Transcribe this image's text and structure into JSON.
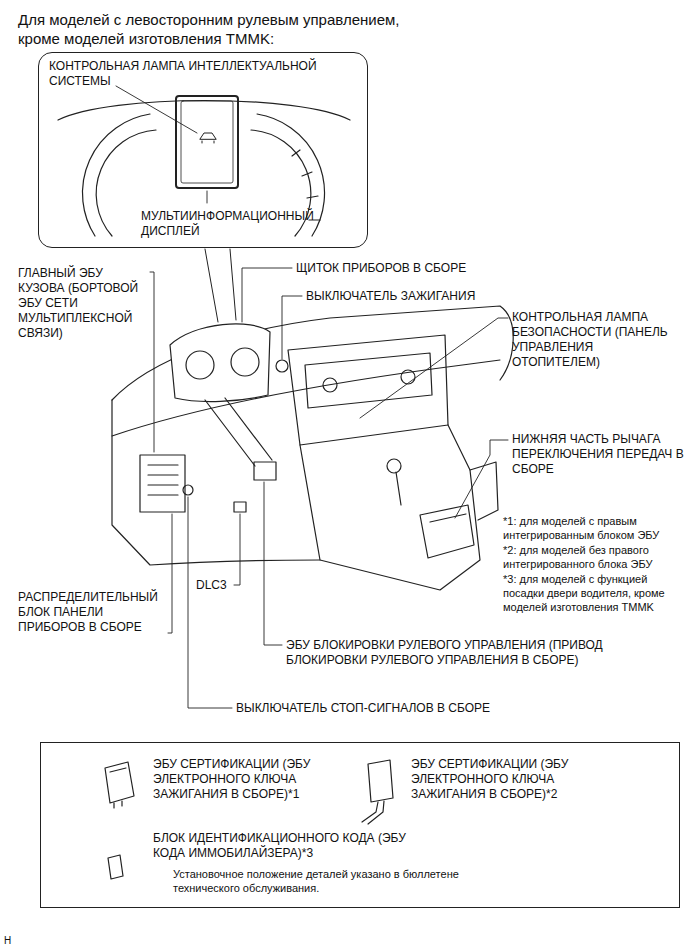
{
  "diagram": {
    "title": "Для моделей с левосторонним рулевым управлением, кроме моделей изготовления TMMK:",
    "nodes": [
      {
        "text": [
          "КОНТРОЛЬНАЯ ЛАМПА ИНТЕЛЛЕКТУАЛЬНОЙ СИСТЕМЫ",
          "МУЛЬТИИНФОРМАЦИОННЫЙ ДИСПЛЕЙ"
        ]
      },
      {
        "text": [
          "ЭБУ СЕРТИФИКАЦИИ (ЭБУ ЭЛЕКТРОННОГО КЛЮЧА ЗАЖИГАНИЯ В СБОРЕ)*1",
          "ЭБУ СЕРТИФИКАЦИИ (ЭБУ ЭЛЕКТРОННОГО КЛЮЧА ЗАЖИГАНИЯ В СБОРЕ)*2",
          "БЛОК ИДЕНТИФИКАЦИОННОГО КОДА (ЭБУ КОДА ИММОБИЛАЙЗЕРА)*3",
          "Установочное положение деталей указано в бюллетене технического обслуживания."
        ]
      }
    ],
    "labels": [
      "ГЛАВНЫЙ ЭБУ КУЗОВА (БОРТОВОЙ ЭБУ СЕТИ МУЛЬТИПЛЕКСНОЙ СВЯЗИ)",
      "ЩИТОК ПРИБОРОВ В СБОРЕ",
      "ВЫКЛЮЧАТЕЛЬ ЗАЖИГАНИЯ",
      "КОНТРОЛЬНАЯ ЛАМПА БЕЗОПАСНОСТИ (ПАНЕЛЬ УПРАВЛЕНИЯ ОТОПИТЕЛЕМ)",
      "НИЖНЯЯ ЧАСТЬ РЫЧАГА ПЕРЕКЛЮЧЕНИЯ ПЕРЕДАЧ В СБОРЕ",
      "*1: для моделей с правым интегрированным блоком ЭБУ",
      "*2: для моделей без правого интегрированного блока ЭБУ",
      "*3: для моделей с функцией посадки двери водителя, кроме моделей изготовления TMMK",
      "РАСПРЕДЕЛИТЕЛЬНЫЙ БЛОК ПАНЕЛИ ПРИБОРОВ В СБОРЕ",
      "DLC3",
      "ЭБУ БЛОКИРОВКИ РУЛЕВОГО УПРАВЛЕНИЯ (ПРИВОД БЛОКИРОВКИ РУЛЕВОГО УПРАВЛЕНИЯ В СБОРЕ)",
      "ВЫКЛЮЧАТЕЛЬ СТОП-СИГНАЛОВ В СБОРЕ",
      "H"
    ]
  }
}
